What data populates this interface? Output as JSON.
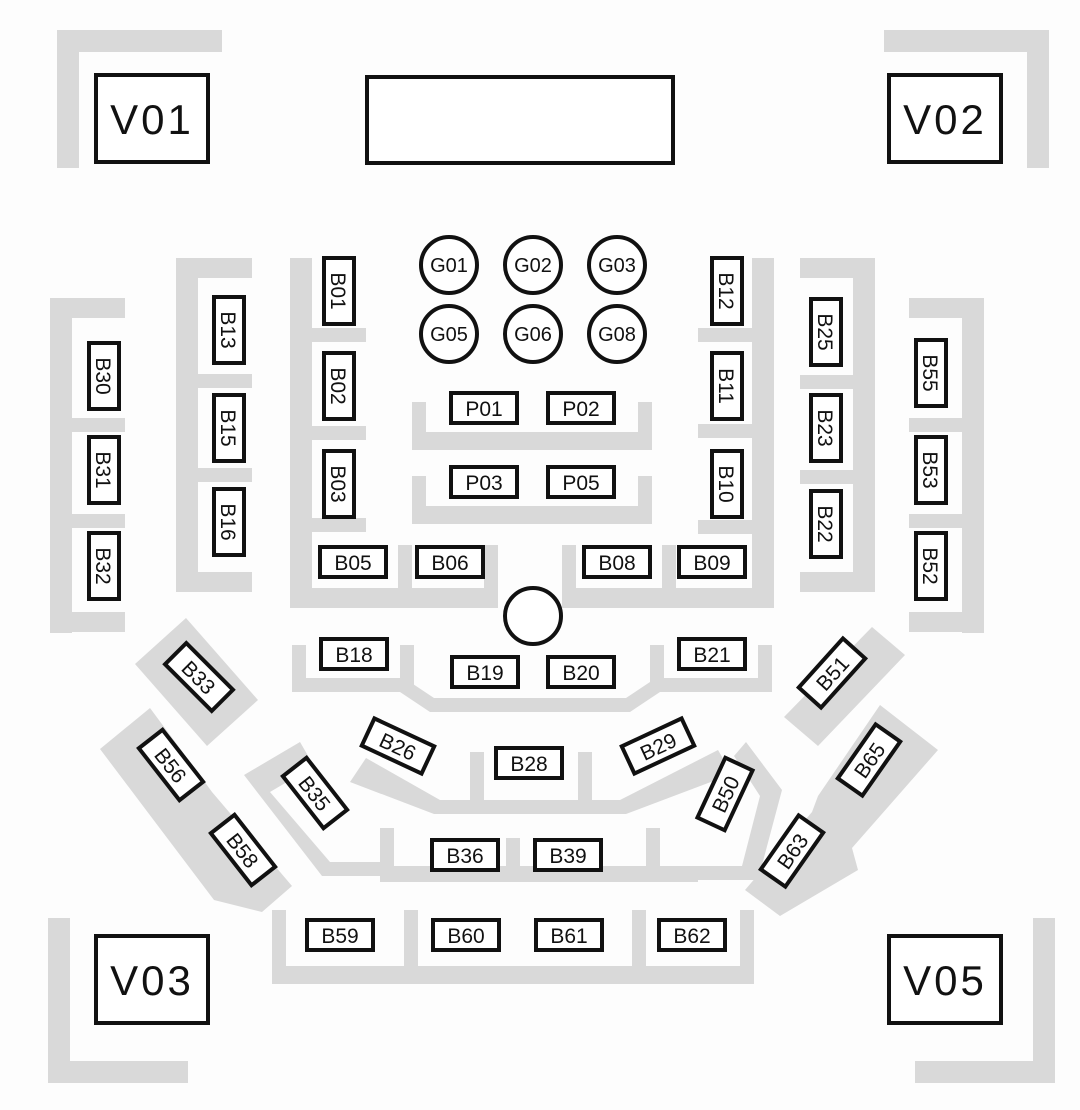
{
  "colors": {
    "wall": "#d9d9d9",
    "ink": "#111111",
    "background": "#fdfdfd"
  },
  "vip": {
    "v01": "V01",
    "v02": "V02",
    "v03": "V03",
    "v05": "V05"
  },
  "gtables": {
    "g01": "G01",
    "g02": "G02",
    "g03": "G03",
    "g05": "G05",
    "g06": "G06",
    "g08": "G08"
  },
  "booths": {
    "b01": "B01",
    "b02": "B02",
    "b03": "B03",
    "b05": "B05",
    "b06": "B06",
    "b08": "B08",
    "b09": "B09",
    "b10": "B10",
    "b11": "B11",
    "b12": "B12",
    "b13": "B13",
    "b15": "B15",
    "b16": "B16",
    "b18": "B18",
    "b19": "B19",
    "b20": "B20",
    "b21": "B21",
    "b22": "B22",
    "b23": "B23",
    "b25": "B25",
    "b26": "B26",
    "b28": "B28",
    "b29": "B29",
    "b30": "B30",
    "b31": "B31",
    "b32": "B32",
    "b33": "B33",
    "b35": "B35",
    "b36": "B36",
    "b39": "B39",
    "b50": "B50",
    "b51": "B51",
    "b52": "B52",
    "b53": "B53",
    "b55": "B55",
    "b56": "B56",
    "b58": "B58",
    "b59": "B59",
    "b60": "B60",
    "b61": "B61",
    "b62": "B62",
    "b63": "B63",
    "b65": "B65"
  },
  "platforms": {
    "p01": "P01",
    "p02": "P02",
    "p03": "P03",
    "p05": "P05"
  }
}
